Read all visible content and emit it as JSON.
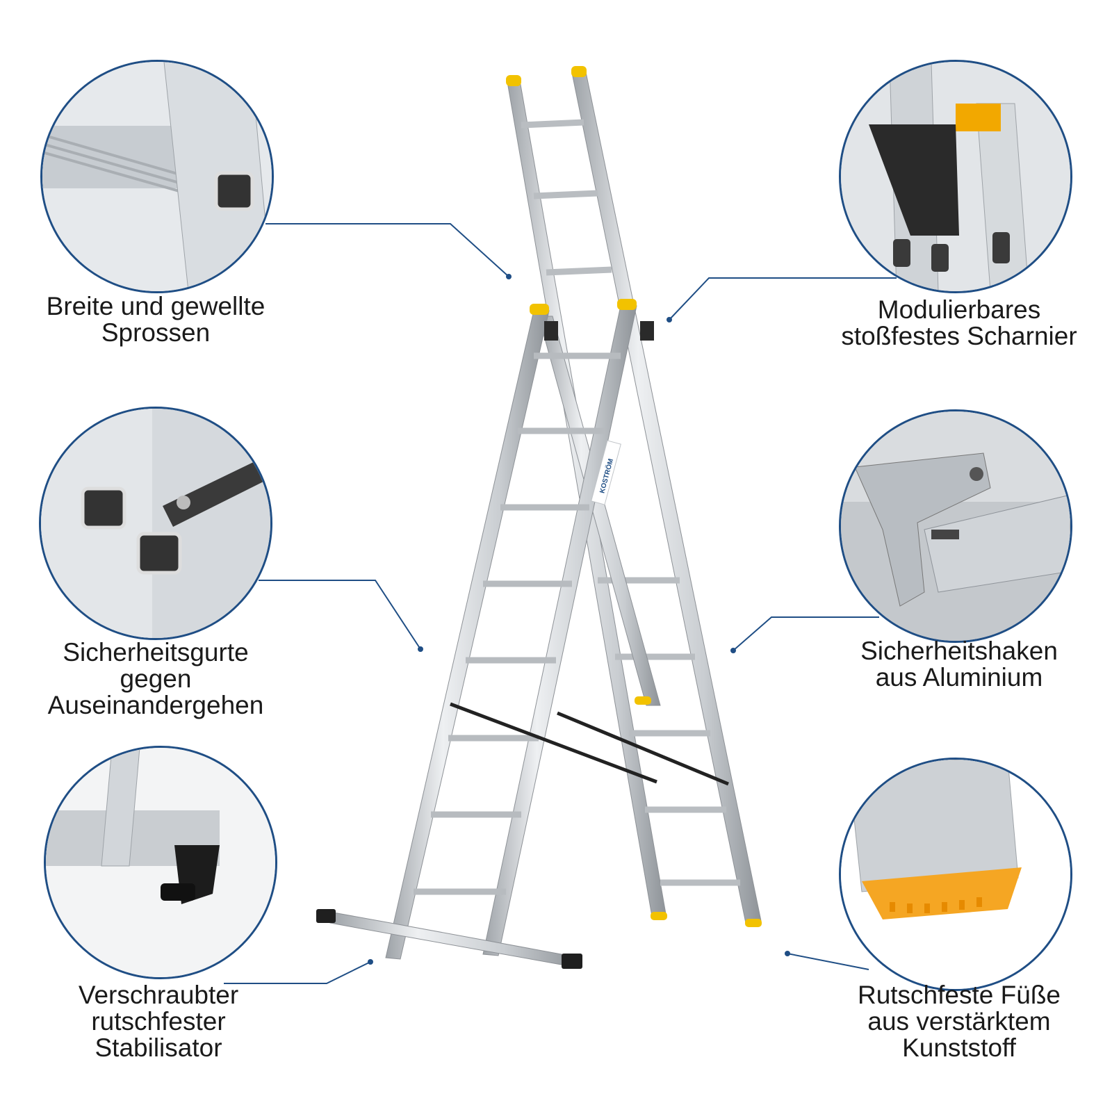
{
  "brand": {
    "name": "KOSTRÖM",
    "accent_color": "#1f4e85",
    "cap_color": "#f2c200",
    "foot_color": "#f5a623"
  },
  "features": [
    {
      "id": "rungs",
      "label": "Breite und gewellte\nSprossen",
      "icon": "ribbed-rung-detail"
    },
    {
      "id": "straps",
      "label": "Sicherheitsgurte\ngegen\nAuseinandergehen",
      "icon": "safety-strap-detail"
    },
    {
      "id": "stabilizer",
      "label": "Verschraubter\nrutschfester\nStabilisator",
      "icon": "stabilizer-foot-detail"
    },
    {
      "id": "hinge",
      "label": "Modulierbares\nstoßfestes Scharnier",
      "icon": "hinge-detail"
    },
    {
      "id": "hooks",
      "label": "Sicherheitshaken\naus Aluminium",
      "icon": "aluminium-hook-detail"
    },
    {
      "id": "feet",
      "label": "Rutschfeste Füße\naus verstärktem\nKunststoff",
      "icon": "non-slip-foot-detail"
    }
  ]
}
